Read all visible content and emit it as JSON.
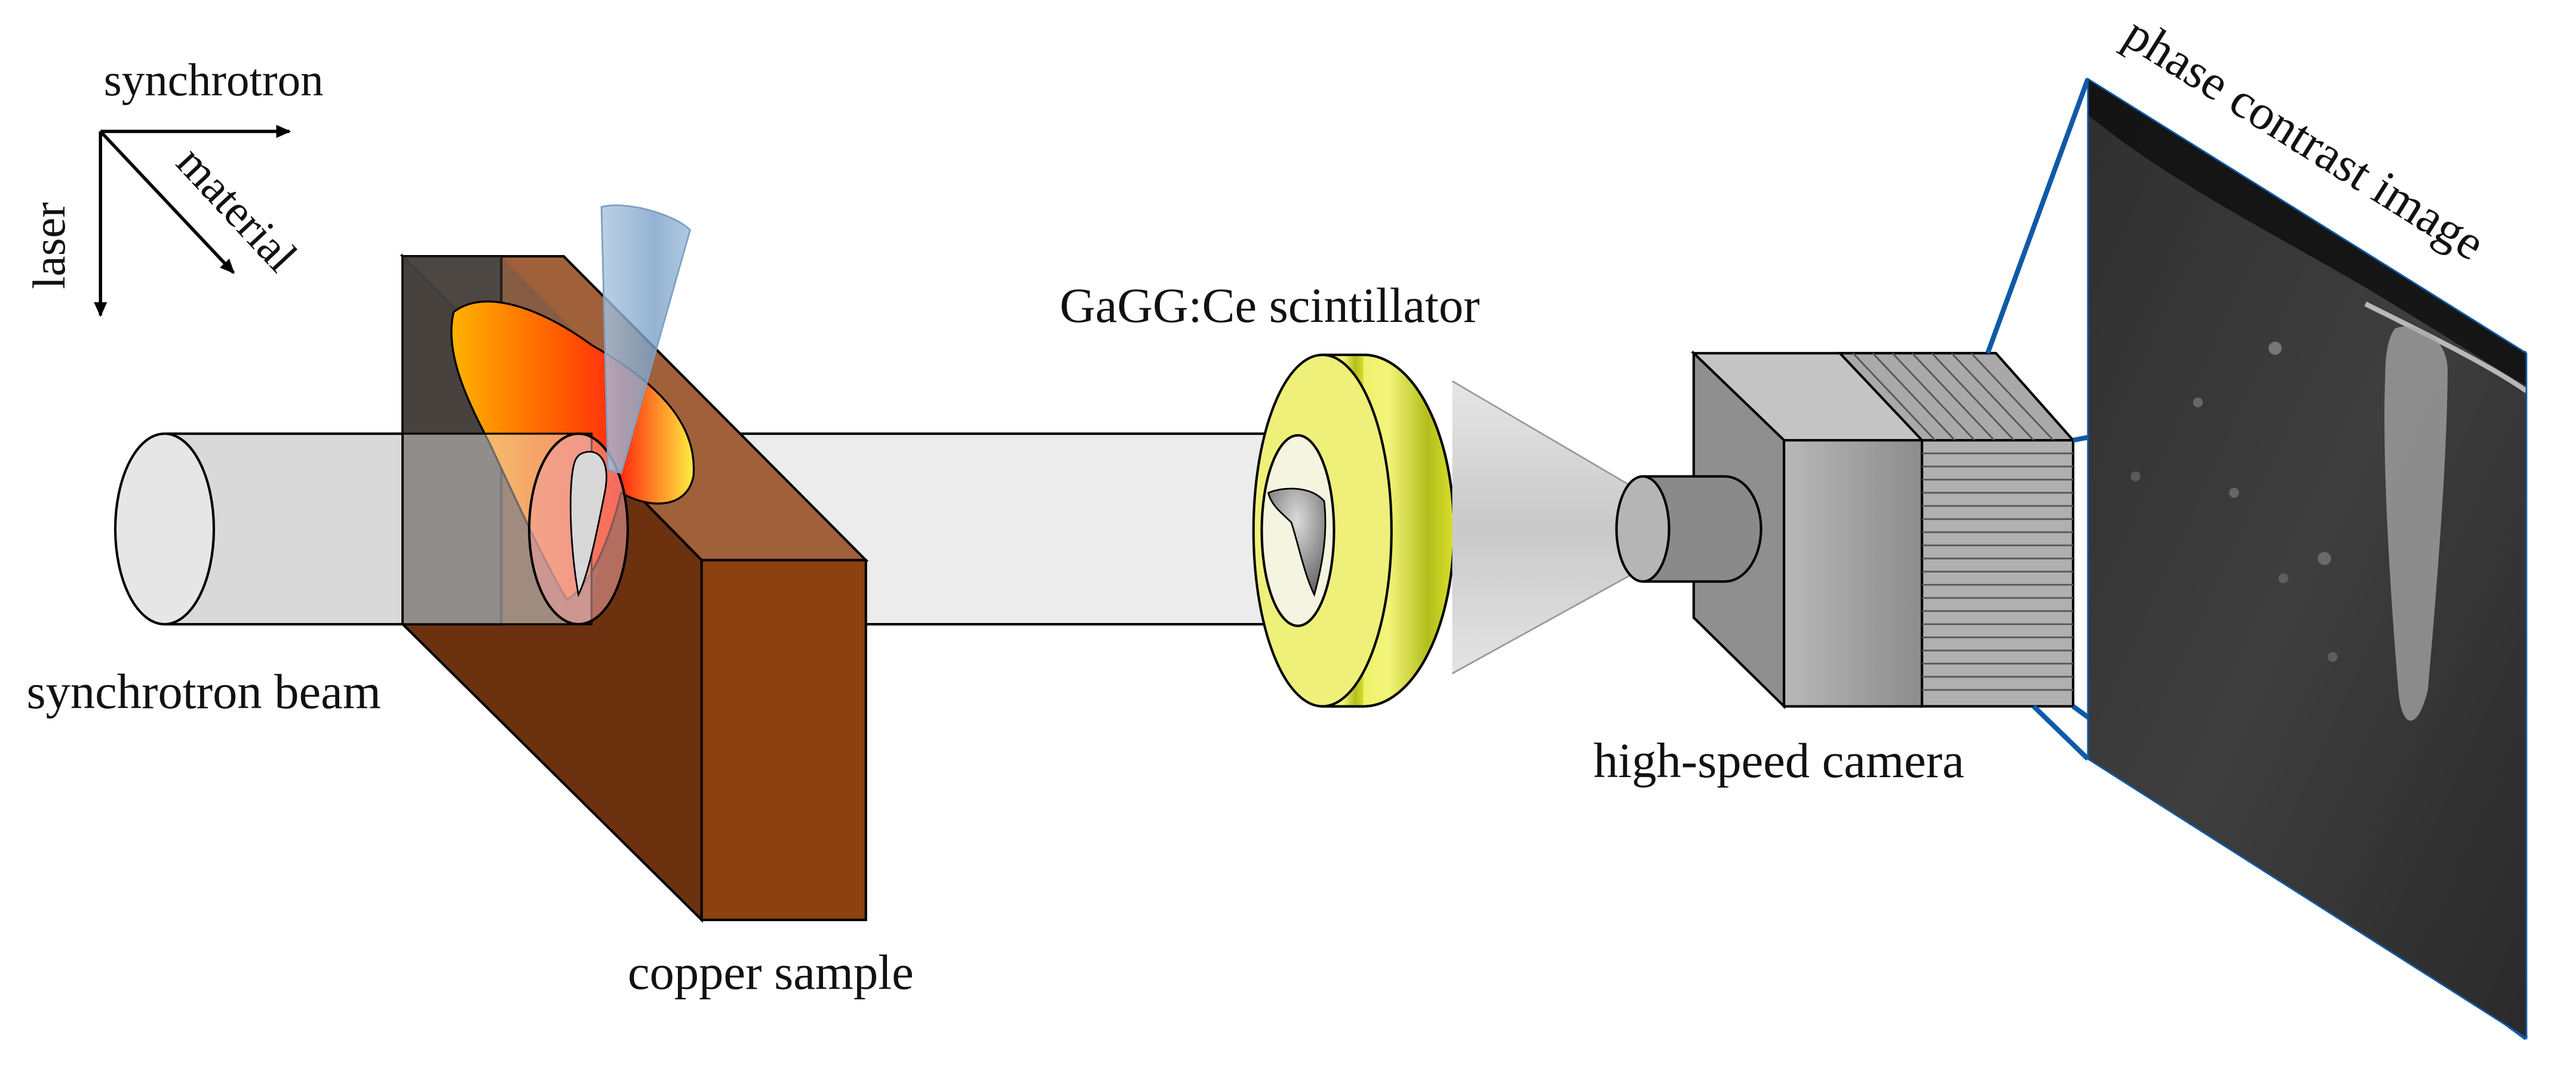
{
  "labels": {
    "axis_synchrotron": "synchrotron",
    "axis_laser": "laser",
    "axis_material": "material",
    "synchrotron_beam": "synchrotron beam",
    "copper_sample": "copper sample",
    "scintillator": "GaGG:Ce scintillator",
    "camera": "high-speed camera",
    "phase_image": "phase contrast image"
  },
  "colors": {
    "copper_top": "#a0603a",
    "copper_front": "#8b420f",
    "copper_side": "#6c3210",
    "scintillator": "#d2da2e",
    "camera_body": "#9a9a9a",
    "laser": "#8aaed0",
    "frame_lines": "#0e5aa8",
    "xray_image": "#3a3a3a"
  }
}
